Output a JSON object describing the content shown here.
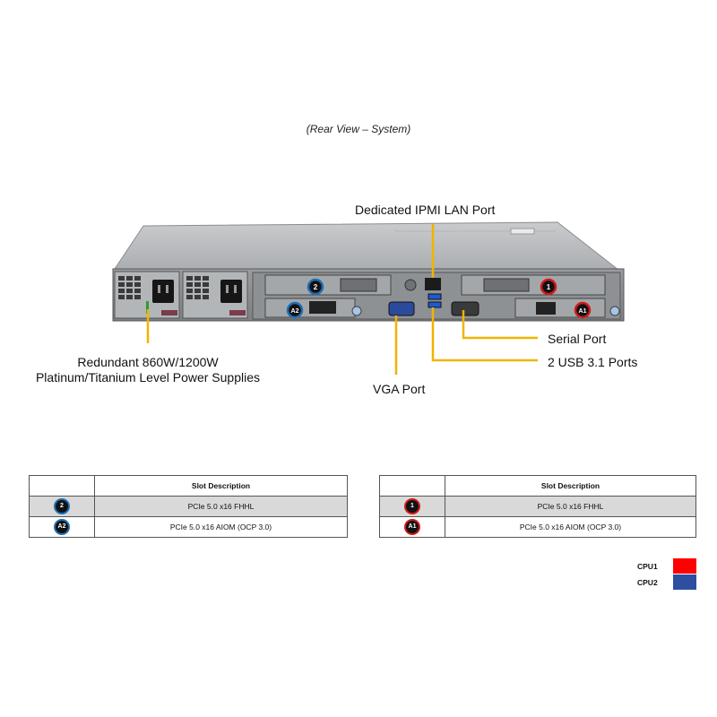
{
  "caption": "(Rear View – System)",
  "callouts": {
    "ipmi": "Dedicated IPMI  LAN Port",
    "serial": "Serial Port",
    "usb": "2 USB 3.1 Ports",
    "vga": "VGA Port",
    "psu_line1": "Redundant  860W/1200W",
    "psu_line2": "Platinum/Titanium  Level Power Supplies"
  },
  "chassis_badges": {
    "slot2": "2",
    "slotA2": "A2",
    "slot1": "1",
    "slotA1": "A1"
  },
  "table_left": {
    "header": "Slot Description",
    "rows": [
      {
        "badge": "2",
        "description": "PCIe 5.0 x16 FHHL"
      },
      {
        "badge": "A2",
        "description": "PCIe 5.0 x16 AIOM (OCP 3.0)"
      }
    ]
  },
  "table_right": {
    "header": "Slot Description",
    "rows": [
      {
        "badge": "1",
        "description": "PCIe 5.0 x16 FHHL"
      },
      {
        "badge": "A1",
        "description": "PCIe 5.0 x16 AIOM (OCP 3.0)"
      }
    ]
  },
  "legend": [
    {
      "label": "CPU1",
      "color": "#ff0000"
    },
    {
      "label": "CPU2",
      "color": "#2e4fa0"
    }
  ],
  "colors": {
    "callout_line": "#f0b400",
    "cpu1_ring": "#d11a1a",
    "cpu2_ring": "#1f6fb5"
  }
}
